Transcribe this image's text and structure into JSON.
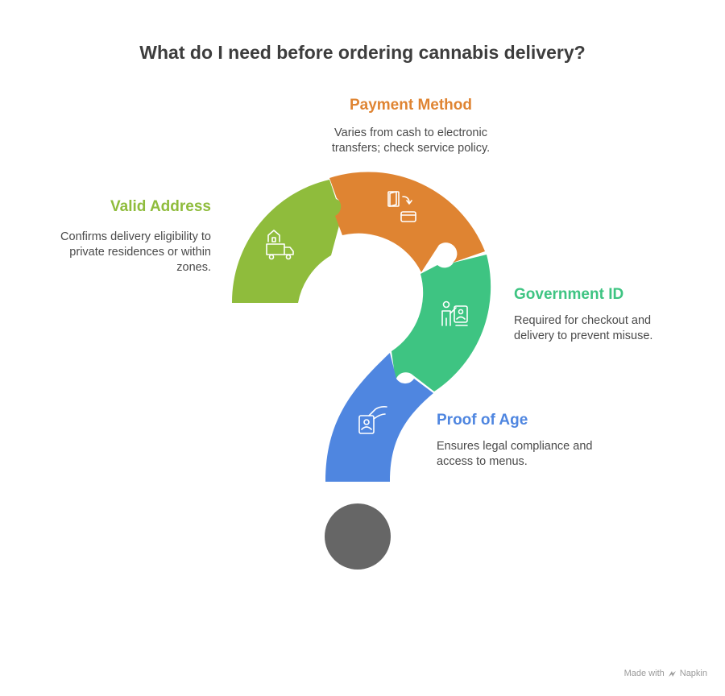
{
  "title": "What do I need before ordering cannabis delivery?",
  "steps": [
    {
      "heading": "Valid Address",
      "description": "Confirms delivery eligibility to private residences or within zones.",
      "color": "#8fbc3c",
      "icon": "home-delivery-truck-icon"
    },
    {
      "heading": "Payment Method",
      "description": "Varies from cash to electronic transfers; check service policy.",
      "color": "#df8432",
      "icon": "card-wallet-transfer-icon"
    },
    {
      "heading": "Government ID",
      "description": "Required for checkout and delivery to prevent misuse.",
      "color": "#3ec482",
      "icon": "person-id-presentation-icon"
    },
    {
      "heading": "Proof of Age",
      "description": "Ensures legal compliance and access to menus.",
      "color": "#4f86e0",
      "icon": "hand-id-card-icon"
    }
  ],
  "dot_color": "#666666",
  "footer": {
    "made_with": "Made with",
    "brand": "Napkin"
  }
}
